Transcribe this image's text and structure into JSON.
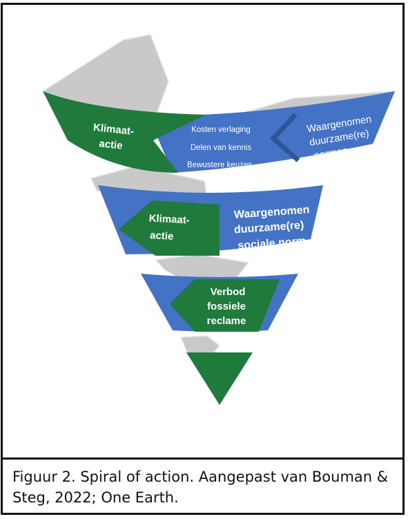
{
  "caption": "Figuur 2. Spiral of action. Aangepast van Bouman & Steg, 2022; One Earth.",
  "tier1": {
    "action": [
      "Klimaat-",
      "actie"
    ],
    "mechanisms": [
      "Kosten verlaging",
      "Delen van kennis",
      "Bewustere keuzes"
    ],
    "norm": [
      "Waargenomen",
      "duurzame(re)",
      "normen"
    ]
  },
  "tier2": {
    "action": [
      "Klimaat-",
      "actie"
    ],
    "norm": [
      "Waargenomen",
      "duurzame(re)",
      "sociale norm"
    ]
  },
  "tier3": {
    "policy": [
      "Verbod",
      "fossiele",
      "reclame"
    ]
  },
  "colors": {
    "green": "#1f7a3c",
    "blue": "#4472c4",
    "grey": "#c9c9c9"
  }
}
